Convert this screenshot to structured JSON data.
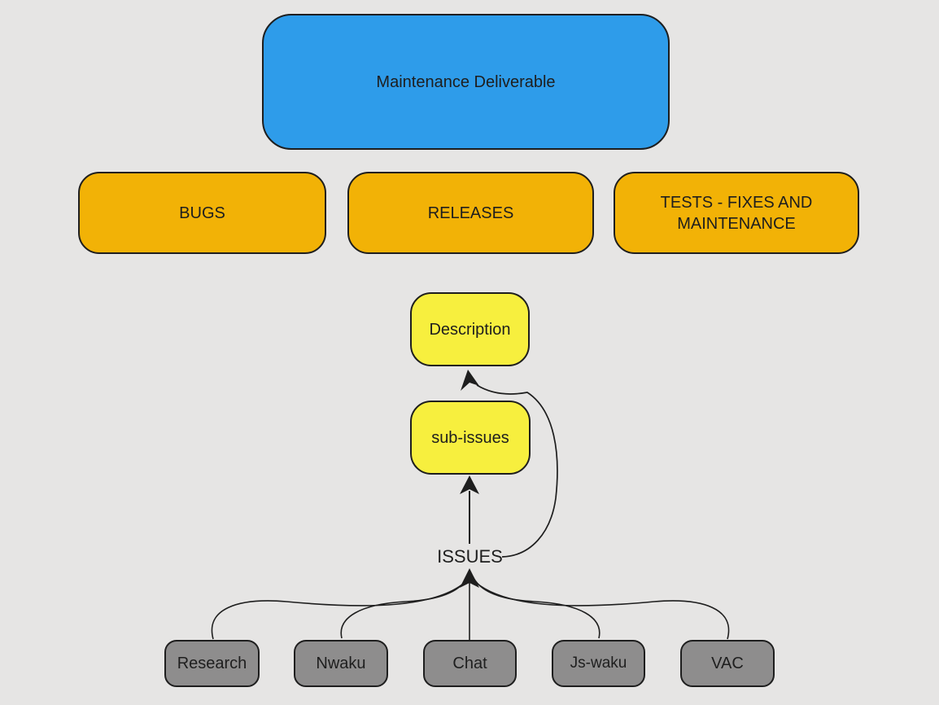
{
  "diagram_title": "Maintenance Deliverable flowchart",
  "colors": {
    "background": "#e6e5e4",
    "stroke": "#1e1e1e",
    "root_blue": "#2e9cea",
    "category_orange": "#f2b206",
    "detail_yellow": "#f7ef3e",
    "source_gray": "#8e8d8d"
  },
  "nodes": {
    "root": {
      "label": "Maintenance Deliverable",
      "fill": "#2e9cea"
    },
    "bugs": {
      "label": "BUGS",
      "fill": "#f2b206"
    },
    "releases": {
      "label": "RELEASES",
      "fill": "#f2b206"
    },
    "tests": {
      "label": "TESTS - FIXES AND MAINTENANCE",
      "fill": "#f2b206"
    },
    "description": {
      "label": "Description",
      "fill": "#f7ef3e"
    },
    "sub_issues": {
      "label": "sub-issues",
      "fill": "#f7ef3e"
    },
    "issues": {
      "label": "ISSUES"
    },
    "research": {
      "label": "Research",
      "fill": "#8e8d8d"
    },
    "nwaku": {
      "label": "Nwaku",
      "fill": "#8e8d8d"
    },
    "chat": {
      "label": "Chat",
      "fill": "#8e8d8d"
    },
    "js_waku": {
      "label": "Js-waku",
      "fill": "#8e8d8d"
    },
    "vac": {
      "label": "VAC",
      "fill": "#8e8d8d"
    }
  },
  "edges": [
    {
      "from": "ISSUES",
      "to": "sub-issues",
      "style": "straight-arrow"
    },
    {
      "from": "ISSUES",
      "to": "Description",
      "style": "curved-arrow"
    },
    {
      "from": "Research",
      "to": "ISSUES",
      "style": "curve"
    },
    {
      "from": "Nwaku",
      "to": "ISSUES",
      "style": "curve"
    },
    {
      "from": "Chat",
      "to": "ISSUES",
      "style": "straight"
    },
    {
      "from": "Js-waku",
      "to": "ISSUES",
      "style": "curve"
    },
    {
      "from": "VAC",
      "to": "ISSUES",
      "style": "curve"
    }
  ]
}
